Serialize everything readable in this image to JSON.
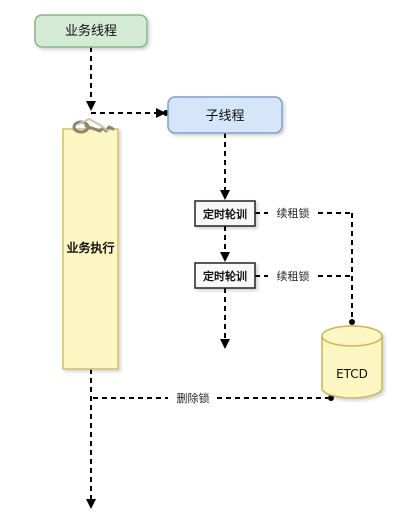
{
  "diagram": {
    "nodes": {
      "business_thread": "业务线程",
      "sub_thread": "子线程",
      "business_exec": "业务执行",
      "timer_1": "定时轮训",
      "timer_2": "定时轮训",
      "etcd": "ETCD"
    },
    "edges": {
      "renew_lock_1": "续租锁",
      "renew_lock_2": "续租锁",
      "delete_lock": "删除锁"
    },
    "icons": {
      "key": "key-icon"
    },
    "colors": {
      "business_thread_fill": "#d5ead5",
      "business_thread_stroke": "#86b886",
      "sub_thread_fill": "#d6e6fa",
      "sub_thread_stroke": "#7f9fcf",
      "exec_fill": "#fcf6c3",
      "exec_stroke": "#d2bf69",
      "etcd_fill": "#fcf6c3",
      "etcd_stroke": "#c9b458",
      "timer_fill": "#f8f8f8",
      "timer_stroke": "#222222",
      "line": "#000000",
      "key": "#b8a98d"
    }
  }
}
